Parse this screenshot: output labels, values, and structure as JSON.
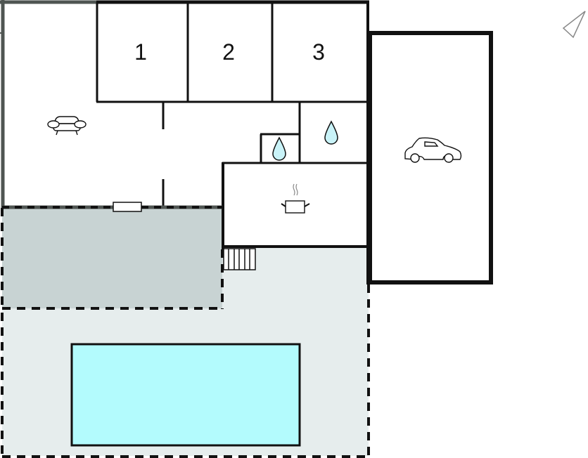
{
  "plan": {
    "type": "floor-plan",
    "colors": {
      "wall": "#111111",
      "outer_wall_gray": "#4f5552",
      "terrace_covered": "#c8d3d3",
      "terrace_open": "#e6eded",
      "pool": "#b3fbfd",
      "water_drop": "#c9f3f8",
      "background": "#ffffff",
      "north_arrow": "#808080"
    },
    "rooms": [
      {
        "id": "bedroom-1",
        "label": "1"
      },
      {
        "id": "bedroom-2",
        "label": "2"
      },
      {
        "id": "bedroom-3",
        "label": "3"
      },
      {
        "id": "living-room",
        "icon": "sofa-icon"
      },
      {
        "id": "bathroom",
        "icon": "water-drop-icon"
      },
      {
        "id": "wc",
        "icon": "water-drop-icon"
      },
      {
        "id": "kitchen",
        "icon": "cooking-pot-icon"
      },
      {
        "id": "garage",
        "icon": "car-icon"
      },
      {
        "id": "covered-terrace"
      },
      {
        "id": "open-terrace"
      },
      {
        "id": "swimming-pool"
      }
    ],
    "compass": {
      "icon": "north-arrow-icon"
    }
  }
}
